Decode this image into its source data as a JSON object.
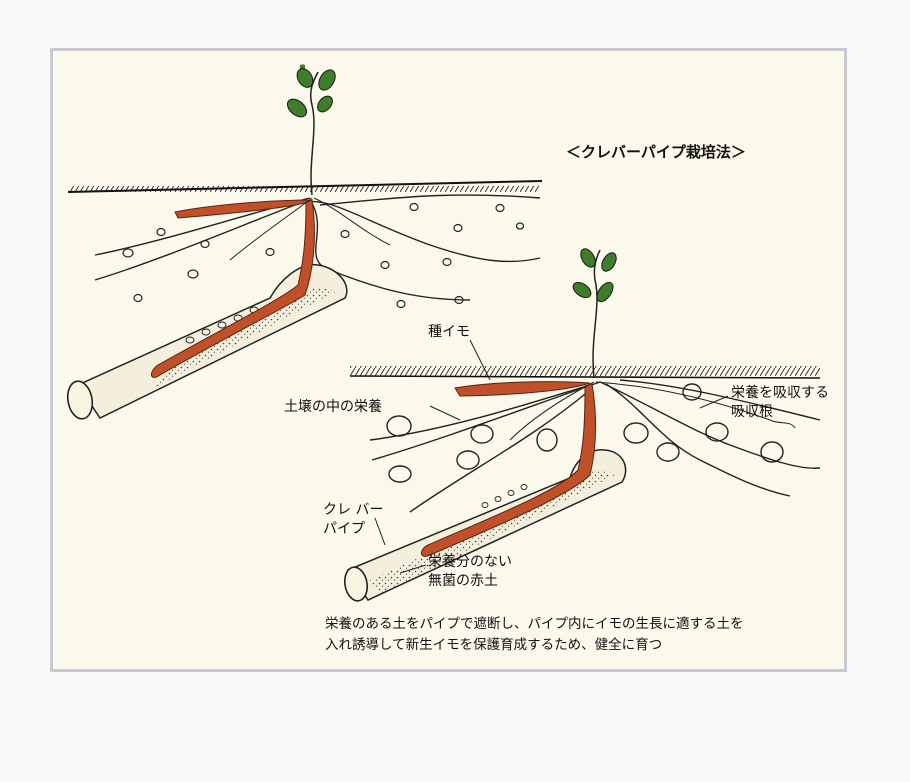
{
  "title": "＜クレバーパイプ栽培法＞",
  "labels": {
    "seed_potato": "種イモ",
    "soil_nutrient": "土壌の中の栄養",
    "absorb_root_line1": "栄養を吸収する",
    "absorb_root_line2": "吸収根",
    "clever_pipe_line1": "クレ バー",
    "clever_pipe_line2": "パイプ",
    "sterile_soil_line1": "栄養分のない",
    "sterile_soil_line2": "無菌の赤土"
  },
  "caption": {
    "line1": "栄養のある土をパイプで遮断し、パイプ内にイモの生長に適する土を",
    "line2": "入れ誘導して新生イモを保護育成するため、健全に育つ"
  },
  "colors": {
    "frame_border": "#c9c9d3",
    "background": "#fbf9ec",
    "tuber": "#c0502a",
    "leaf": "#3f7d2a",
    "ink": "#1a1a1a"
  }
}
